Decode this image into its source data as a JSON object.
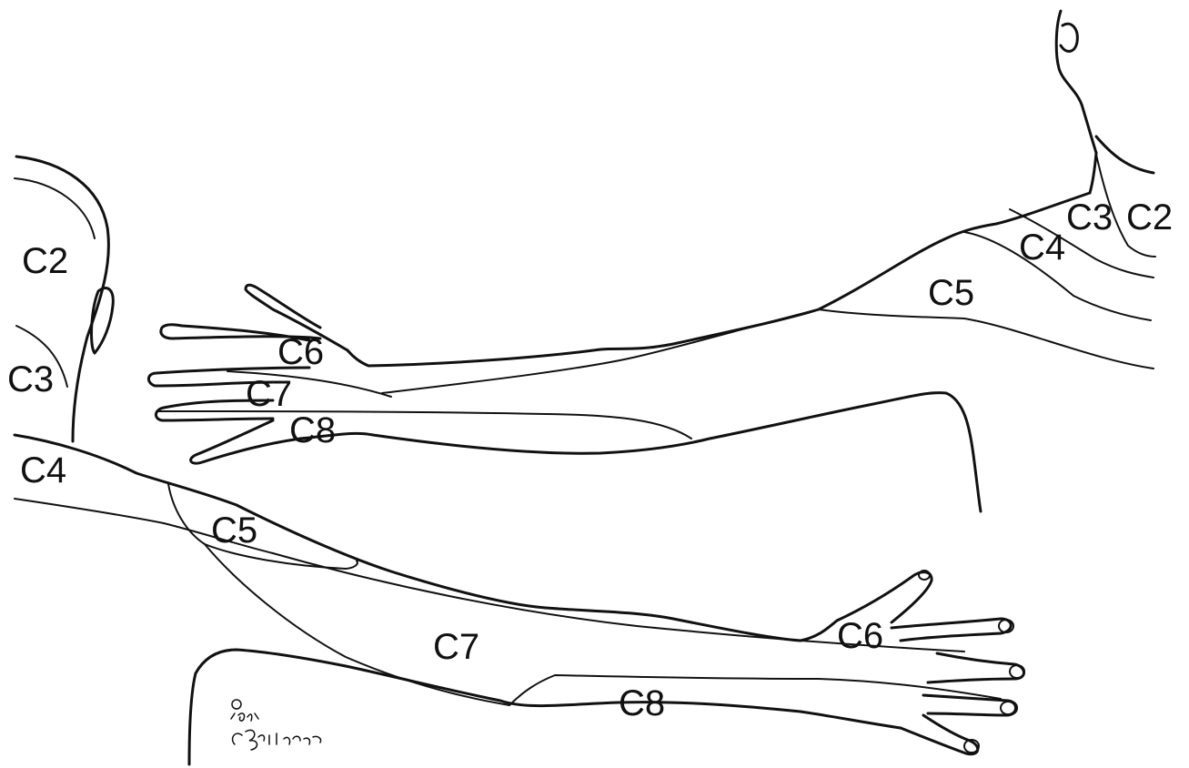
{
  "diagram": {
    "labels": {
      "upper_left": {
        "c2": "C2",
        "c3": "C3",
        "c4": "C4"
      },
      "upper_right": {
        "c2": "C2",
        "c3": "C3",
        "c4": "C4",
        "c5": "C5"
      },
      "upper_arm": {
        "c6": "C6",
        "c7": "C7",
        "c8": "C8"
      },
      "lower_arm": {
        "c5": "C5",
        "c6": "C6",
        "c7": "C7",
        "c8": "C8"
      }
    },
    "signature": "© 1994 C.Bellman",
    "line_color": "#111111"
  }
}
